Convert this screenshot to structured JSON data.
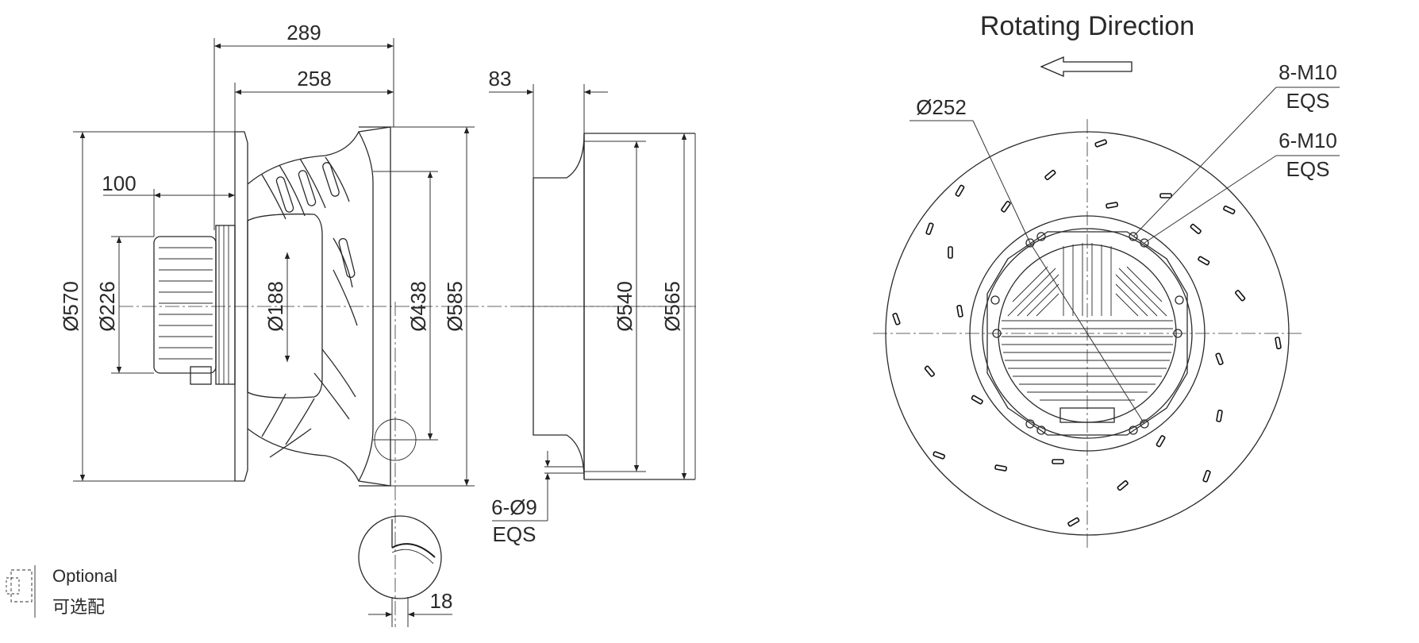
{
  "side_view": {
    "dim_289": "289",
    "dim_258": "258",
    "dim_100": "100",
    "dim_570": "Ø570",
    "dim_226": "Ø226",
    "dim_188": "Ø188",
    "dim_438": "Ø438",
    "dim_585": "Ø585",
    "dim_18": "18"
  },
  "inlet_ring_view": {
    "dim_83": "83",
    "dim_540": "Ø540",
    "dim_565": "Ø565",
    "holes_label": "6-Ø9",
    "holes_eqs": "EQS"
  },
  "front_view": {
    "title": "Rotating Direction",
    "dim_252": "Ø252",
    "callout_a": "8-M10",
    "callout_a_eqs": "EQS",
    "callout_b": "6-M10",
    "callout_b_eqs": "EQS"
  },
  "legend": {
    "optional_en": "Optional",
    "optional_cn": "可选配"
  }
}
